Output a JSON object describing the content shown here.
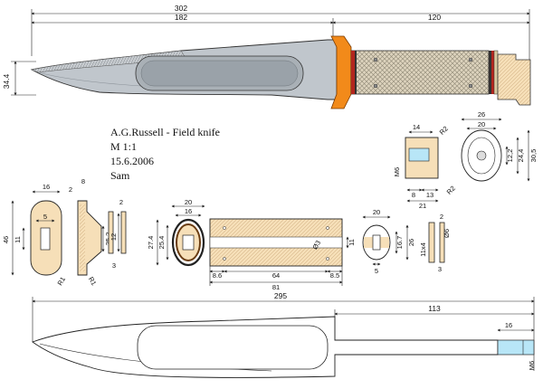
{
  "title_block": {
    "line1": "A.G.Russell - Field knife",
    "line2": "M 1:1",
    "line3": "15.6.2006",
    "line4": "Sam"
  },
  "top_view": {
    "overall_length": "302",
    "blade_length": "182",
    "handle_length": "120",
    "blade_height": "34.4"
  },
  "pommel": {
    "d14": "14",
    "r2a": "R2",
    "m6": "M6",
    "d8": "8",
    "d13": "13",
    "d21": "21",
    "r2b": "R2",
    "d26": "26",
    "d20": "20",
    "d12_2": "12,2",
    "d24_4": "24,4",
    "d30_5": "30,5"
  },
  "guard": {
    "d16": "16",
    "d2": "2",
    "d8": "8",
    "d5": "5",
    "d11": "11",
    "d46": "46",
    "d25_2": "25.2",
    "d12": "12",
    "r1a": "R1",
    "r1b": "R1",
    "d2b": "2",
    "d3": "3"
  },
  "handle_parts": {
    "d20": "20",
    "d16": "16",
    "d27_4": "27.4",
    "d25_4": "25.4",
    "d8_6": "8.6",
    "d64": "64",
    "d8_5": "8.5",
    "d81": "81",
    "phi3": "Ø3",
    "d11": "11"
  },
  "spacer": {
    "d20": "20",
    "d16_7": "16.7",
    "d26": "26",
    "d5": "5",
    "d2": "2",
    "phi6": "Ø6",
    "d11x4": "11x4",
    "d3": "3"
  },
  "blank": {
    "overall": "295",
    "tang": "113",
    "thread_len": "16",
    "thread": "M6"
  },
  "colors": {
    "blade": "#c0c6cc",
    "guard": "#f28a1a",
    "handle": "#d8cfba",
    "part_fill": "#f6dfb8",
    "outline": "#222222",
    "threaded": "#b8e6f7"
  }
}
